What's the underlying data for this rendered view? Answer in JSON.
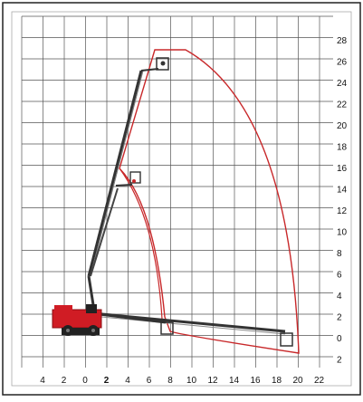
{
  "diagram": {
    "y_tick_labels": [
      "28",
      "26",
      "24",
      "22",
      "20",
      "18",
      "16",
      "14",
      "12",
      "10",
      "8",
      "6",
      "4",
      "2",
      "0",
      "2"
    ],
    "x_tick_labels": [
      "4",
      "2",
      "0",
      "2",
      "4",
      "6",
      "8",
      "10",
      "12",
      "14",
      "16",
      "18",
      "20",
      "22"
    ],
    "bold_x_tick": "2",
    "colors": {
      "envelope": "#c8282a",
      "grid": "#555555",
      "frame": "#222222",
      "machine_red": "#d01c24",
      "machine_dark": "#222222"
    }
  }
}
